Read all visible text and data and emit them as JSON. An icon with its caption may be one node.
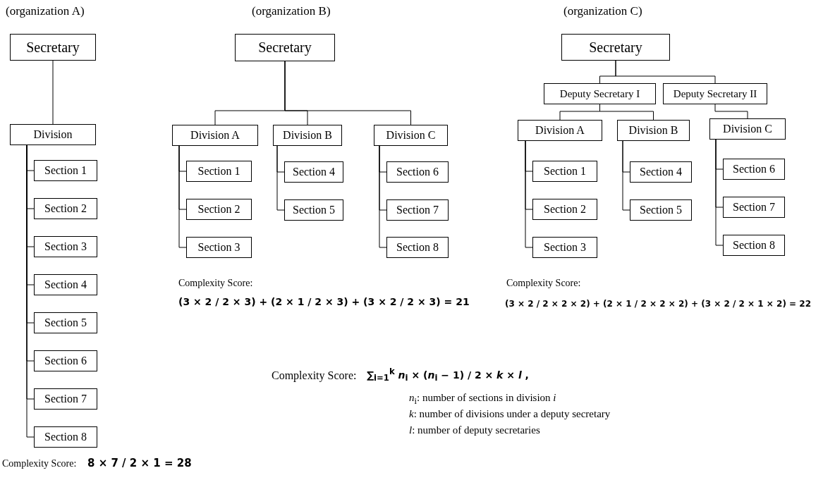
{
  "diagram": {
    "nodes": [
      {
        "text": [
          "Secretary"
        ]
      },
      {
        "text": [
          "Division"
        ]
      },
      {
        "text": [
          "Section 1"
        ]
      },
      {
        "text": [
          "Section 2"
        ]
      },
      {
        "text": [
          "Section 3"
        ]
      },
      {
        "text": [
          "Section 4"
        ]
      },
      {
        "text": [
          "Section 5"
        ]
      },
      {
        "text": [
          "Section 6"
        ]
      },
      {
        "text": [
          "Section 7"
        ]
      },
      {
        "text": [
          "Section 8"
        ]
      },
      {
        "text": [
          "Secretary"
        ]
      },
      {
        "text": [
          "Division A"
        ]
      },
      {
        "text": [
          "Division B"
        ]
      },
      {
        "text": [
          "Division C"
        ]
      },
      {
        "text": [
          "Section 1"
        ]
      },
      {
        "text": [
          "Section 2"
        ]
      },
      {
        "text": [
          "Section 3"
        ]
      },
      {
        "text": [
          "Section 4"
        ]
      },
      {
        "text": [
          "Section 5"
        ]
      },
      {
        "text": [
          "Section 6"
        ]
      },
      {
        "text": [
          "Section 7"
        ]
      },
      {
        "text": [
          "Section 8"
        ]
      },
      {
        "text": [
          "Secretary"
        ]
      },
      {
        "text": [
          "Deputy Secretary I"
        ]
      },
      {
        "text": [
          "Deputy Secretary II"
        ]
      },
      {
        "text": [
          "Division A"
        ]
      },
      {
        "text": [
          "Division B"
        ]
      },
      {
        "text": [
          "Division C"
        ]
      },
      {
        "text": [
          "Section 1"
        ]
      },
      {
        "text": [
          "Section 2"
        ]
      },
      {
        "text": [
          "Section 3"
        ]
      },
      {
        "text": [
          "Section 4"
        ]
      },
      {
        "text": [
          "Section 5"
        ]
      },
      {
        "text": [
          "Section 6"
        ]
      },
      {
        "text": [
          "Section 7"
        ]
      },
      {
        "text": [
          "Section 8"
        ]
      }
    ],
    "edges": [
      {
        "from": 0,
        "to": 1,
        "arrow": "none"
      },
      {
        "from": 1,
        "to": 2,
        "arrow": "none"
      },
      {
        "from": 1,
        "to": 3,
        "arrow": "none"
      },
      {
        "from": 1,
        "to": 4,
        "arrow": "none"
      },
      {
        "from": 1,
        "to": 5,
        "arrow": "none"
      },
      {
        "from": 1,
        "to": 6,
        "arrow": "none"
      },
      {
        "from": 1,
        "to": 7,
        "arrow": "none"
      },
      {
        "from": 1,
        "to": 8,
        "arrow": "none"
      },
      {
        "from": 1,
        "to": 9,
        "arrow": "none"
      },
      {
        "from": 10,
        "to": 11,
        "arrow": "none"
      },
      {
        "from": 10,
        "to": 12,
        "arrow": "none"
      },
      {
        "from": 10,
        "to": 13,
        "arrow": "none"
      },
      {
        "from": 11,
        "to": 14,
        "arrow": "none"
      },
      {
        "from": 11,
        "to": 15,
        "arrow": "none"
      },
      {
        "from": 11,
        "to": 16,
        "arrow": "none"
      },
      {
        "from": 12,
        "to": 17,
        "arrow": "none"
      },
      {
        "from": 12,
        "to": 18,
        "arrow": "none"
      },
      {
        "from": 13,
        "to": 19,
        "arrow": "none"
      },
      {
        "from": 13,
        "to": 20,
        "arrow": "none"
      },
      {
        "from": 13,
        "to": 21,
        "arrow": "none"
      },
      {
        "from": 22,
        "to": 23,
        "arrow": "none"
      },
      {
        "from": 22,
        "to": 24,
        "arrow": "none"
      },
      {
        "from": 23,
        "to": 25,
        "arrow": "none"
      },
      {
        "from": 23,
        "to": 26,
        "arrow": "none"
      },
      {
        "from": 24,
        "to": 27,
        "arrow": "none"
      },
      {
        "from": 25,
        "to": 28,
        "arrow": "none"
      },
      {
        "from": 25,
        "to": 29,
        "arrow": "none"
      },
      {
        "from": 25,
        "to": 30,
        "arrow": "none"
      },
      {
        "from": 26,
        "to": 31,
        "arrow": "none"
      },
      {
        "from": 26,
        "to": 32,
        "arrow": "none"
      },
      {
        "from": 27,
        "to": 33,
        "arrow": "none"
      },
      {
        "from": 27,
        "to": 34,
        "arrow": "none"
      },
      {
        "from": 27,
        "to": 35,
        "arrow": "none"
      }
    ],
    "labels": [
      "(organization A)",
      "(organization B)",
      "(organization C)",
      "Complexity Score:",
      "(3 × 2 / 2 × 3) + (2 × 1 / 2 × 3) + (3 × 2 / 2 × 3) = 21",
      "Complexity Score:",
      "(3 × 2 / 2 × 2 × 2) + (2 × 1 / 2 × 2 × 2) + (3 × 2 / 2 × 1 × 2) = 22",
      "Complexity Score:",
      "∑$_{i=1}$$^{k}$ *n*$_{i}$ × (*n*$_{i}$ − 1) / 2 × *k* × *l*  ,",
      "*n*$_{i}$: number of sections in division *i*",
      "*k*: number of divisions under a deputy secretary",
      "*l*: number of deputy secretaries",
      "Complexity Score:",
      "8 × 7 / 2 × 1 = 28"
    ]
  }
}
